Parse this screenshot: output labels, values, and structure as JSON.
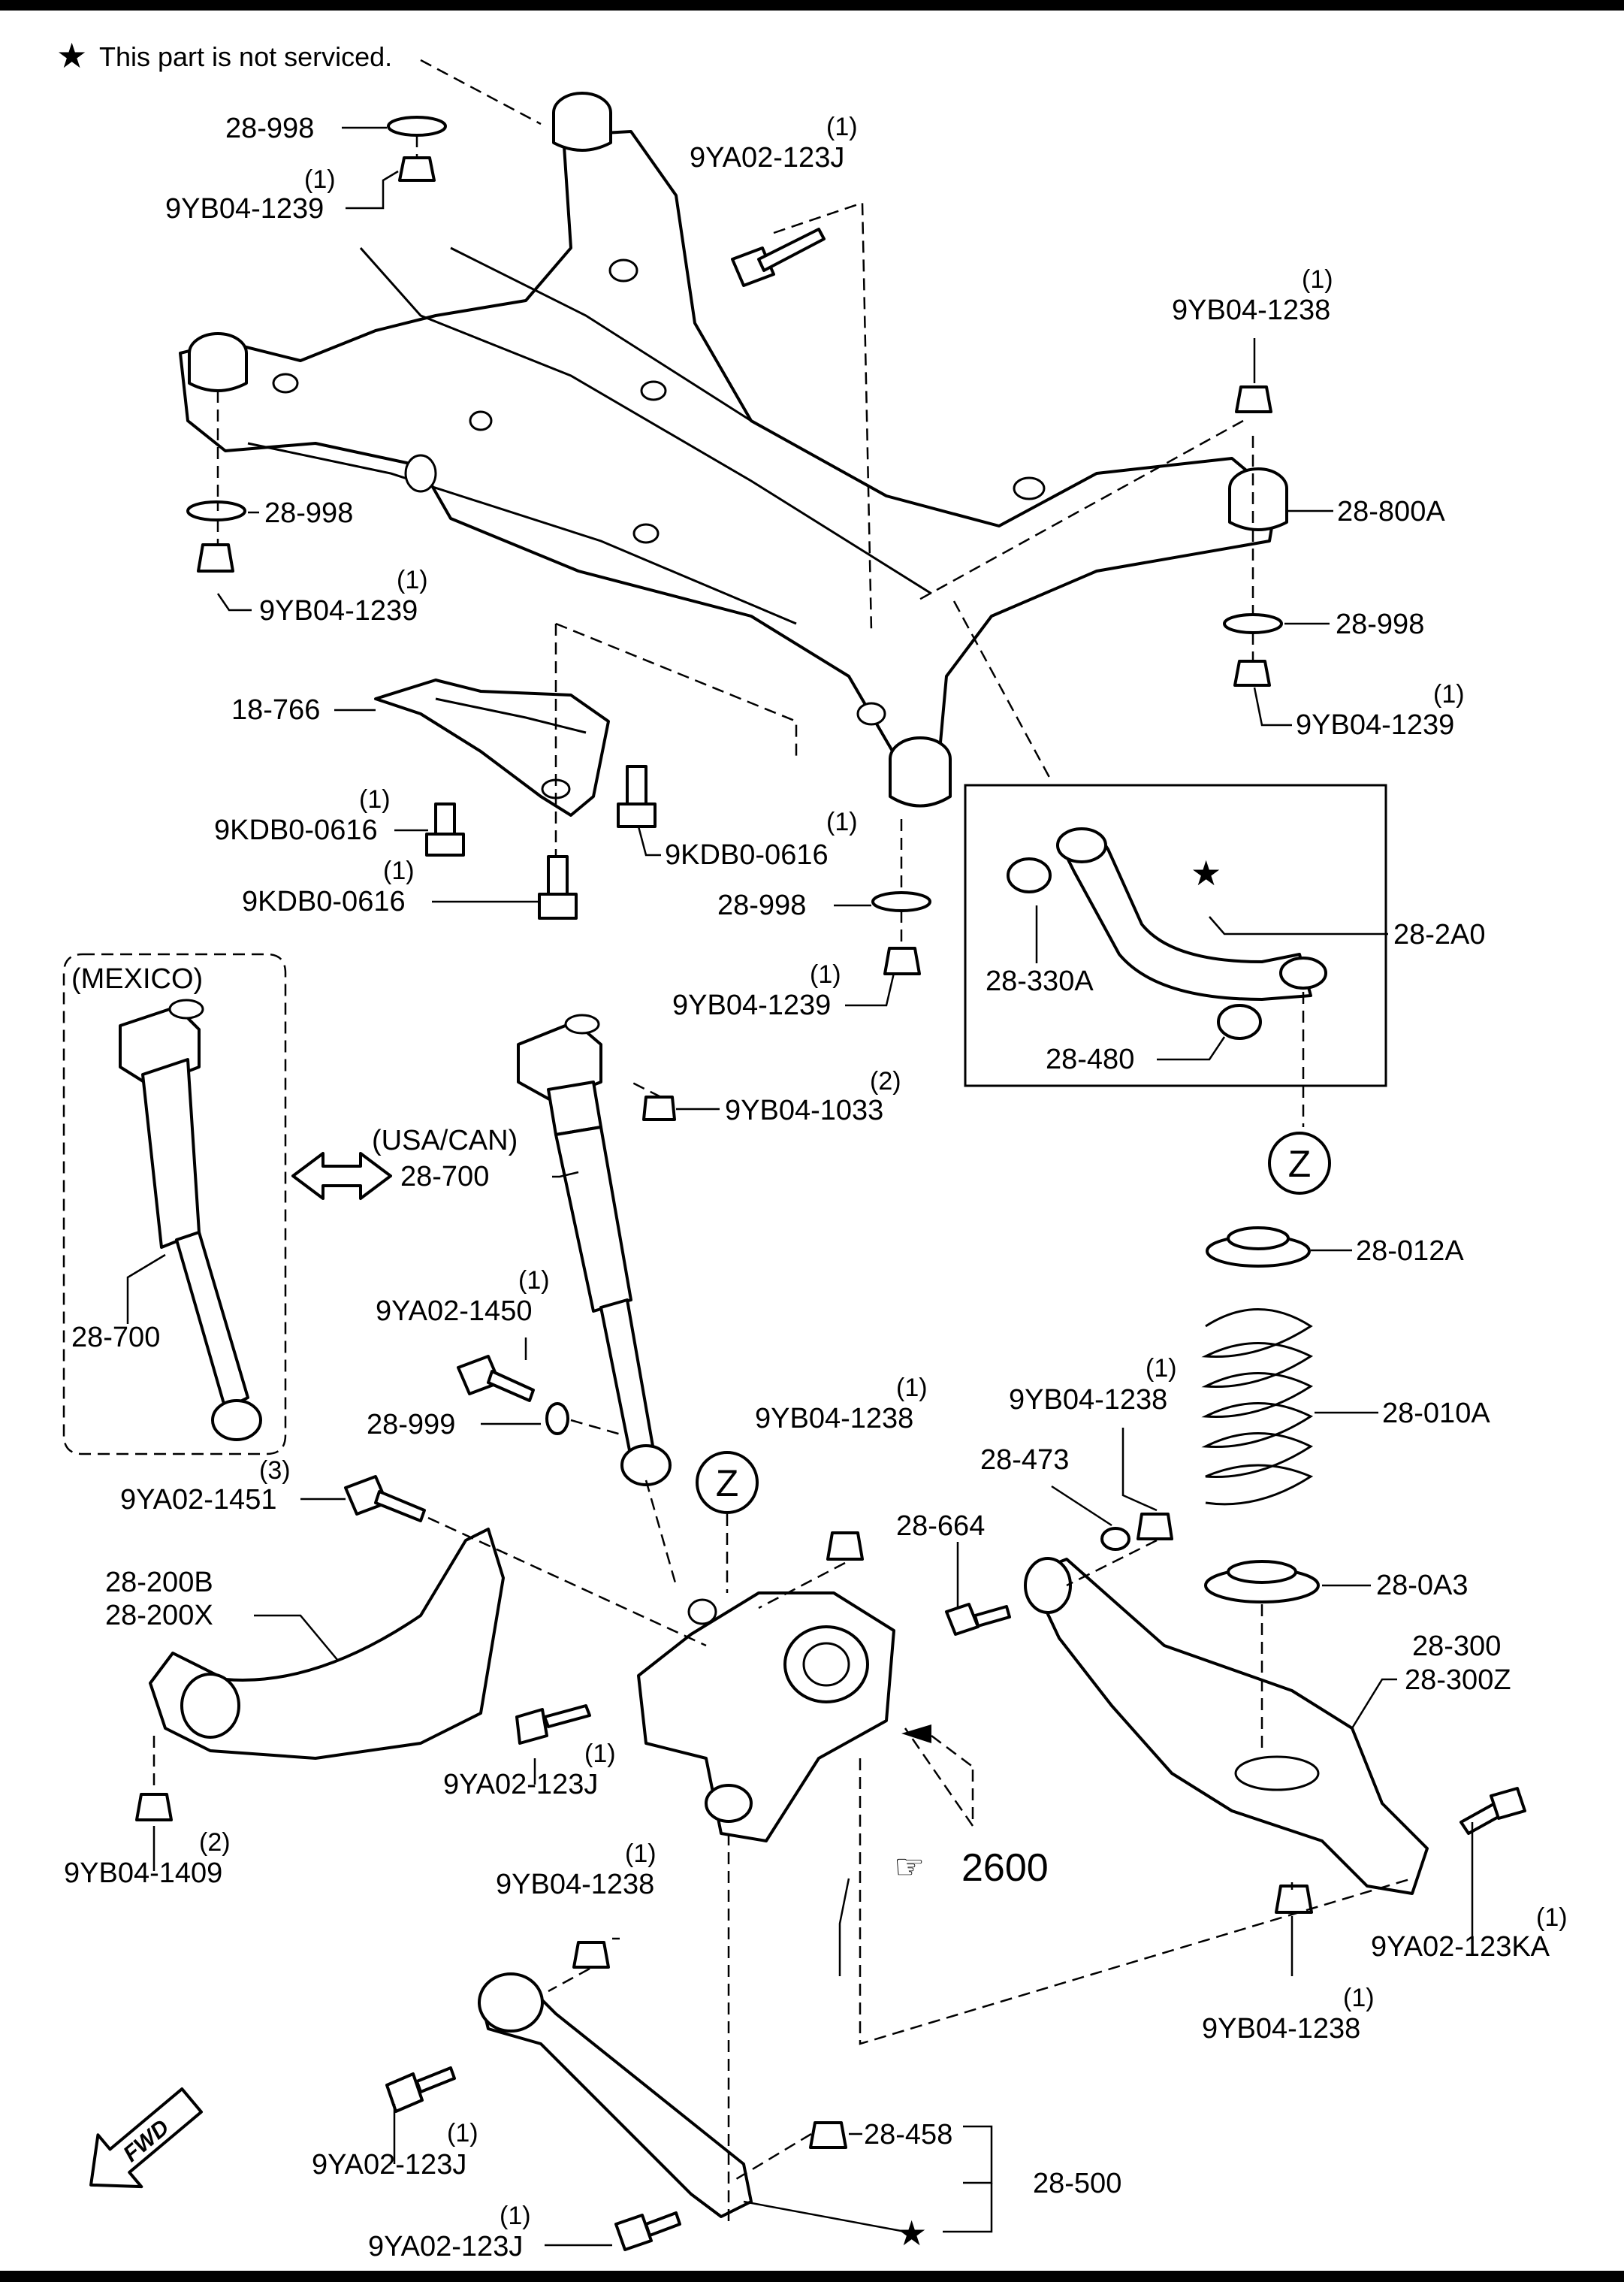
{
  "note": "This part is not serviced.",
  "note_symbol": "★",
  "reference": {
    "symbol": "☞",
    "number": "2600"
  },
  "fwd_label": "FWD",
  "zone_marker": "Z",
  "region_labels": {
    "mexico": "(MEXICO)",
    "usa_can": "(USA/CAN)"
  },
  "callouts": [
    {
      "part": "28-998"
    },
    {
      "part": "9YB04-1239",
      "qty": "(1)"
    },
    {
      "part": "9YA02-123J",
      "qty": "(1)"
    },
    {
      "part": "9YB04-1238",
      "qty": "(1)"
    },
    {
      "part": "28-998"
    },
    {
      "part": "9YB04-1239",
      "qty": "(1)"
    },
    {
      "part": "28-800A"
    },
    {
      "part": "28-998"
    },
    {
      "part": "9YB04-1239",
      "qty": "(1)"
    },
    {
      "part": "18-766"
    },
    {
      "part": "9KDB0-0616",
      "qty": "(1)"
    },
    {
      "part": "9KDB0-0616",
      "qty": "(1)"
    },
    {
      "part": "9KDB0-0616",
      "qty": "(1)"
    },
    {
      "part": "28-998"
    },
    {
      "part": "9YB04-1239",
      "qty": "(1)"
    },
    {
      "part": "28-2A0"
    },
    {
      "part": "28-330A"
    },
    {
      "part": "28-480"
    },
    {
      "part": "9YB04-1033",
      "qty": "(2)"
    },
    {
      "part": "28-700"
    },
    {
      "part": "28-700"
    },
    {
      "part": "9YA02-1450",
      "qty": "(1)"
    },
    {
      "part": "28-999"
    },
    {
      "part": "9YA02-1451",
      "qty": "(3)"
    },
    {
      "part": "28-012A"
    },
    {
      "part": "28-010A"
    },
    {
      "part": "9YB04-1238",
      "qty": "(1)"
    },
    {
      "part": "28-473"
    },
    {
      "part": "9YB04-1238",
      "qty": "(1)"
    },
    {
      "part": "28-664"
    },
    {
      "part": "28-0A3"
    },
    {
      "part": "28-200B"
    },
    {
      "part": "28-200X"
    },
    {
      "part": "28-300"
    },
    {
      "part": "28-300Z"
    },
    {
      "part": "9YA02-123J",
      "qty": "(1)"
    },
    {
      "part": "9YB04-1409",
      "qty": "(2)"
    },
    {
      "part": "9YB04-1238",
      "qty": "(1)"
    },
    {
      "part": "9YA02-123KA",
      "qty": "(1)"
    },
    {
      "part": "9YB04-1238",
      "qty": "(1)"
    },
    {
      "part": "28-458"
    },
    {
      "part": "28-500"
    },
    {
      "part": "9YA02-123J",
      "qty": "(1)"
    },
    {
      "part": "9YA02-123J",
      "qty": "(1)"
    }
  ]
}
